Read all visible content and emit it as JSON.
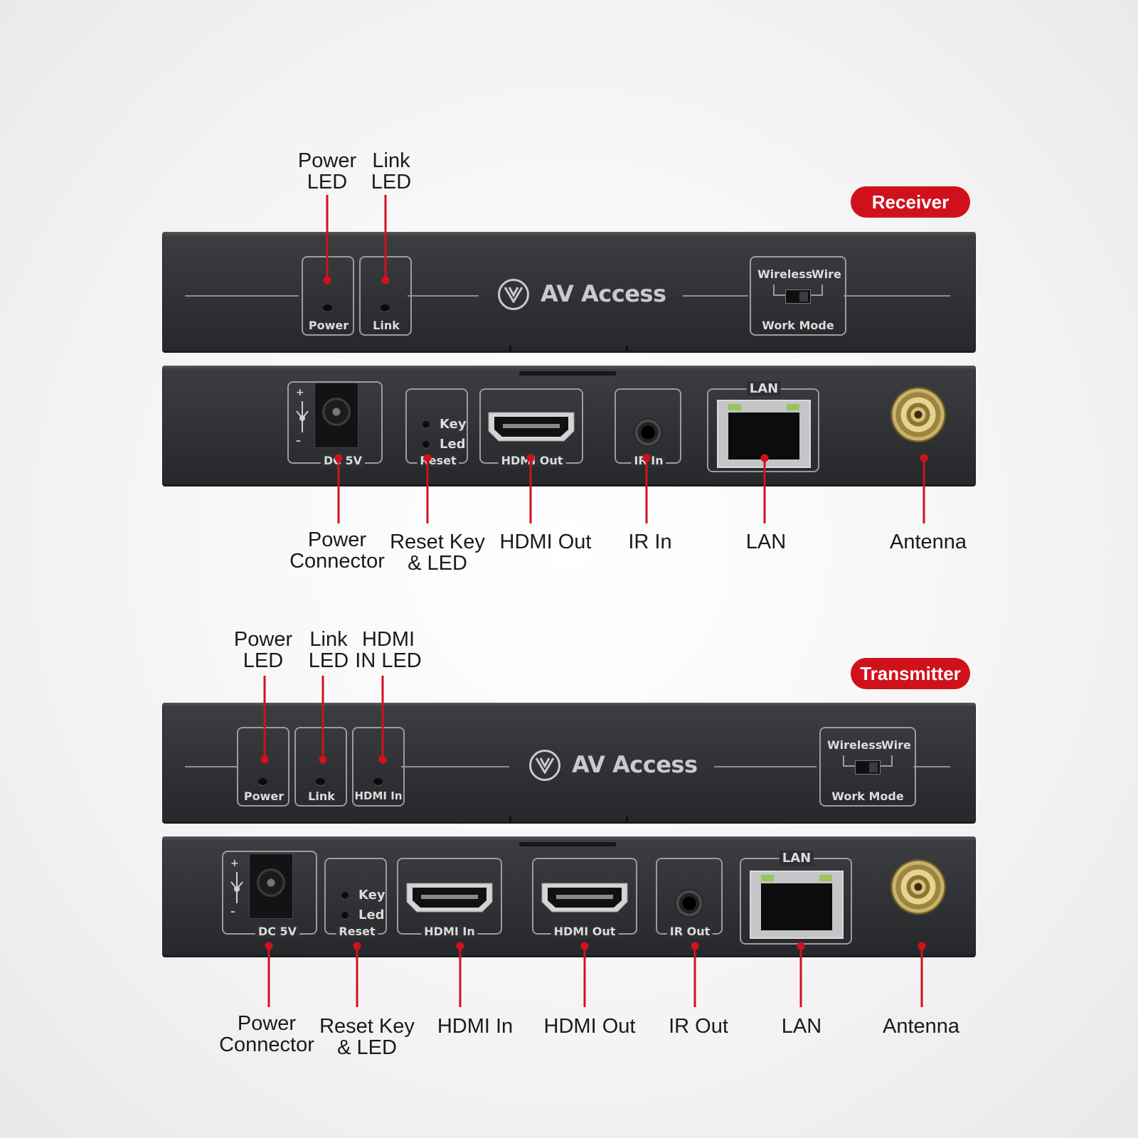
{
  "receiver": {
    "badge": "Receiver",
    "top_labels": [
      "Power\nLED",
      "Link\nLED"
    ],
    "front": {
      "power": "Power",
      "link": "Link",
      "brand": "AV Access",
      "wireless": "Wireless",
      "wire": "Wire",
      "work_mode": "Work Mode"
    },
    "rear": {
      "dc": "DC 5V",
      "key": "Key",
      "led": "Led",
      "reset": "Reset",
      "hdmi_out": "HDMI Out",
      "ir_in": "IR In",
      "lan": "LAN"
    },
    "bottom_labels": [
      "Power\nConnector",
      "Reset Key\n& LED",
      "HDMI Out",
      "IR In",
      "LAN",
      "Antenna"
    ]
  },
  "transmitter": {
    "badge": "Transmitter",
    "top_labels": [
      "Power\nLED",
      "Link\nLED",
      "HDMI\nIN LED"
    ],
    "front": {
      "power": "Power",
      "link": "Link",
      "hdmi_in": "HDMI In",
      "brand": "AV Access",
      "wireless": "Wireless",
      "wire": "Wire",
      "work_mode": "Work Mode"
    },
    "rear": {
      "dc": "DC 5V",
      "key": "Key",
      "led": "Led",
      "reset": "Reset",
      "hdmi_in": "HDMI In",
      "hdmi_out": "HDMI Out",
      "ir_out": "IR Out",
      "lan": "LAN"
    },
    "bottom_labels": [
      "Power\nConnector",
      "Reset Key\n& LED",
      "HDMI In",
      "HDMI Out",
      "IR Out",
      "LAN",
      "Antenna"
    ]
  },
  "colors": {
    "accent": "#d0111b",
    "panel": "#2e3033",
    "label_text": "#1a1a1a"
  },
  "icons": {
    "brand_logo": "av-access-logo-icon",
    "dc_polarity": "dc-polarity-icon"
  }
}
